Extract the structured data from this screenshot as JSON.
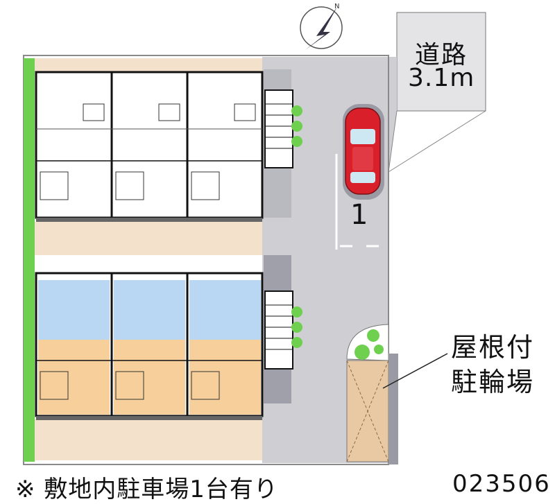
{
  "road": {
    "name": "道路",
    "width": "3.1m"
  },
  "parking": {
    "space_number": "1"
  },
  "bike_parking": {
    "line1": "屋根付",
    "line2": "駐輪場"
  },
  "footer": {
    "note": "※ 敷地内駐車場1台有り",
    "code": "023506"
  },
  "compass": {
    "label": "N"
  },
  "colors": {
    "pavement": "#cfcfd3",
    "pavement_dark": "#b9b9c0",
    "hedge": "#6fcf4f",
    "wall": "#111111",
    "room_blue": "#b9d6f2",
    "room_orange": "#f6cf9a",
    "car_red": "#d81f2a",
    "setback": "#f3e1cc",
    "bike_area": "#e8c9a4"
  }
}
